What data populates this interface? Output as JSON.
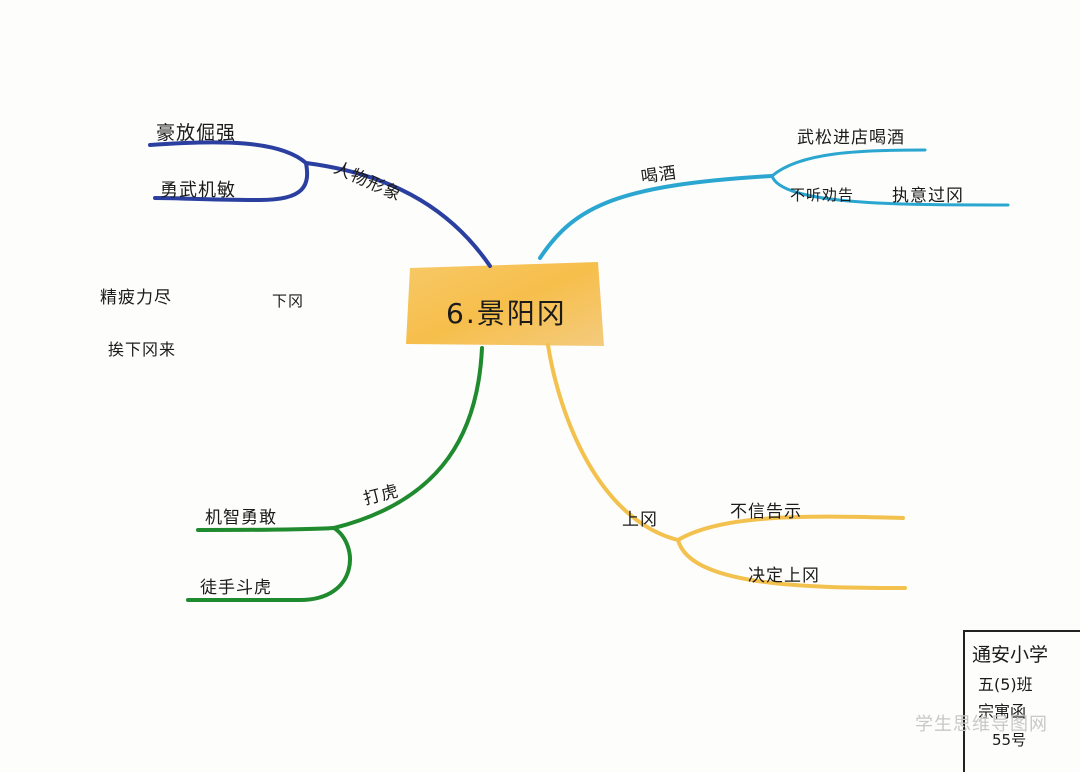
{
  "center": {
    "title": "6.景阳冈",
    "color": "#f6b93c"
  },
  "branches": {
    "character": {
      "label": "人物形象",
      "color": "#2a3fa0",
      "children": [
        "豪放倔强",
        "勇武机敏"
      ]
    },
    "drinking": {
      "label": "喝酒",
      "color": "#2aa6d0",
      "children": [
        "武松进店喝酒",
        "不听劝告",
        "执意过冈"
      ]
    },
    "fight": {
      "label": "打虎",
      "color": "#1f8a2e",
      "children": [
        "机智勇敢",
        "徒手斗虎"
      ]
    },
    "climb": {
      "label": "上冈",
      "color": "#f2c14e",
      "children": [
        "不信告示",
        "决定上冈"
      ]
    },
    "descend": {
      "label": "下冈",
      "children": [
        "精疲力尽",
        "挨下冈来"
      ]
    }
  },
  "info": {
    "school": "通安小学",
    "class": "五(5)班",
    "name": "宗寓函",
    "number": "55号"
  },
  "watermark": "学生思维导图网"
}
